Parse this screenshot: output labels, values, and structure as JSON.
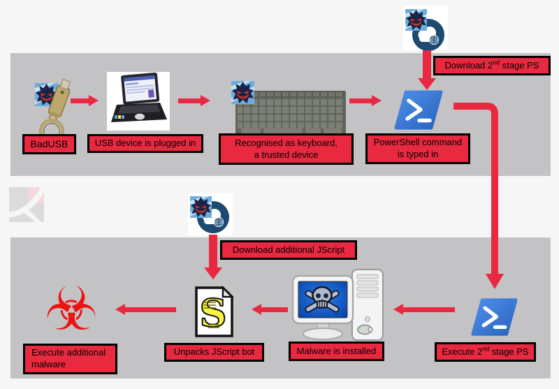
{
  "colors": {
    "accent_red": "#e8293f",
    "hazard_red": "#ee1212",
    "band_gray": "#c3c2c5",
    "page_bg": "#f7f6f6",
    "powershell_blue_light": "#4f8fe8",
    "powershell_blue_dark": "#2a63c0",
    "cloud_navy": "#1c4a70",
    "infected_screen_blue": "#0b5bd6"
  },
  "labels": {
    "badusb": "BadUSB",
    "usb_plugged": "USB device is plugged in",
    "recognised_line1": "Recognised as keyboard,",
    "recognised_line2": "a trusted device",
    "ps_typed_line1": "PowerShell command",
    "ps_typed_line2": "is typed in",
    "download_stage2_pre": "Download 2",
    "download_stage2_sup": "nd",
    "download_stage2_post": " stage PS",
    "execute_stage2_pre": "Execute 2",
    "execute_stage2_sup": "nd",
    "execute_stage2_post": " stage PS",
    "malware_installed": "Malware is installed",
    "unpacks_jscript": "Unpacks JScript bot",
    "download_additional": "Download additional JScript",
    "execute_additional_line1": "Execute additional",
    "execute_additional_line2": "malware"
  },
  "icons": {
    "malware_sprite": "malware-monster-sprite",
    "usb_stick": "usb-stick-with-keyring",
    "laptop": "laptop-photo",
    "keyboard": "keyboard-photo",
    "powershell": "powershell-logo",
    "cloud_download": "malware-cloud-download",
    "infected_pc": "desktop-pc-skull-screen",
    "jscript_file": "script-file",
    "malware_hazard_glyph": "☣",
    "watermark": "faded-corner-logo"
  }
}
